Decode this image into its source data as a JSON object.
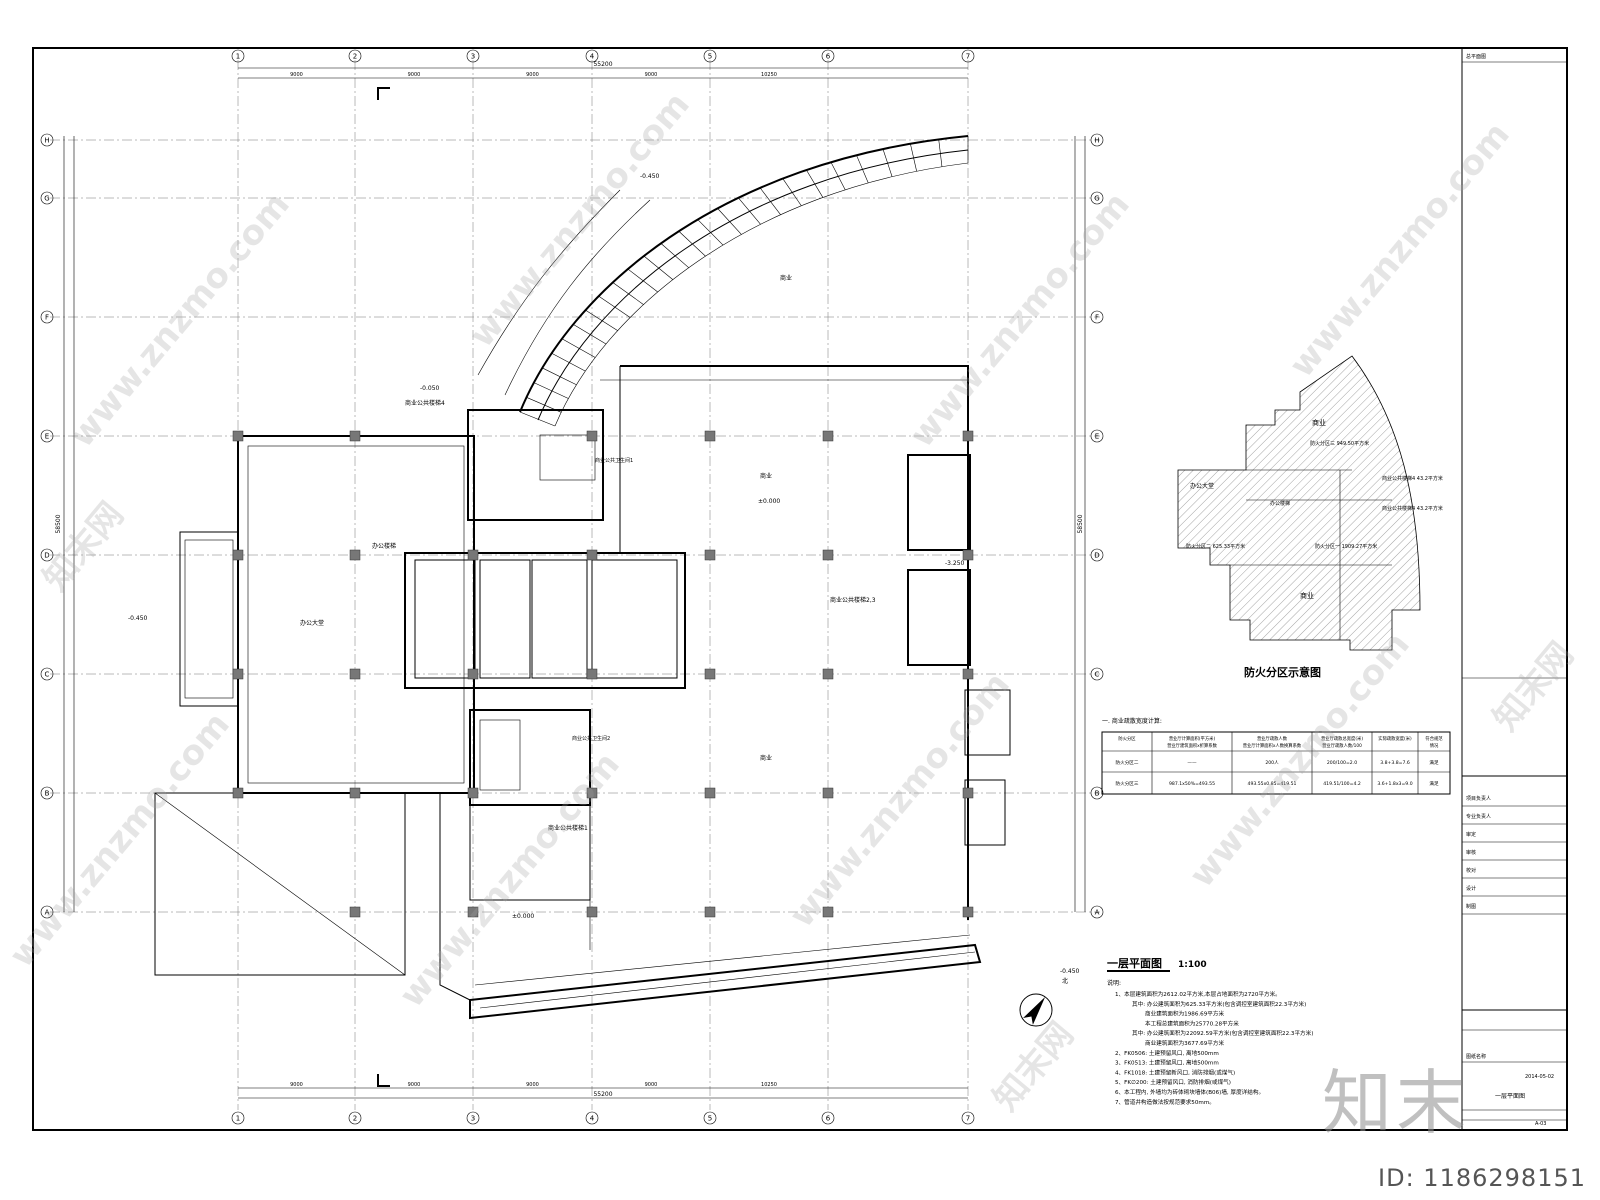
{
  "watermark": {
    "site": "www.znzmo.com",
    "brand": "知末网",
    "logo": "知末",
    "id_label": "ID: 1186298151"
  },
  "grid": {
    "columns": [
      "1",
      "2",
      "3",
      "4",
      "5",
      "6",
      "7"
    ],
    "rows": [
      "A",
      "B",
      "C",
      "D",
      "E",
      "F",
      "G",
      "H"
    ],
    "top_dims": [
      "9000",
      "9000",
      "9000",
      "9000",
      "10250"
    ],
    "total_width": "55200",
    "total_height": "58500"
  },
  "plan": {
    "title": "一层平面图",
    "scale": "1:100",
    "room_labels": [
      "办公大堂",
      "商业",
      "商业公共楼梯4",
      "商业公共楼梯1",
      "商业公共楼梯2,3",
      "办公楼梯",
      "商业公共卫生间1",
      "商业公共卫生间2"
    ],
    "levels": [
      "±0.000",
      "-0.450",
      "-0.050",
      "-3.250"
    ],
    "north": "北"
  },
  "fire_zones": {
    "title": "防火分区示意图",
    "labels": [
      "商业",
      "商业",
      "办公大堂",
      "办公楼梯",
      "防火分区二 625.33平方米",
      "防火分区一 1909.27平方米",
      "商业公共楼梯4 43.2平方米",
      "商业公共楼梯4 43.2平方米",
      "防火分区三 949.50平方米"
    ]
  },
  "evac_table": {
    "caption": "一. 商业疏散宽度计算:",
    "headers": [
      "防火分区",
      "营业厅计算面积(平方米) 营业厅建筑面积x折算系数",
      "营业厅疏散人数 营业厅计算面积x人数换算系数",
      "营业厅疏散总宽度(米) 营业厅疏散人数/100",
      "实际疏散宽度(米)",
      "符合规范 情况"
    ],
    "rows": [
      [
        "防火分区二",
        "——",
        "200人",
        "200/100=2.0",
        "3.8+3.8=7.6",
        "满足"
      ],
      [
        "防火分区三",
        "987.1x50%=493.55",
        "493.55x0.85=419.51",
        "419.51/100=4.2",
        "3.6+1.8x3=9.0",
        "满足"
      ]
    ]
  },
  "notes": {
    "heading": "说明:",
    "items": [
      "1、本层建筑面积为2612.02平方米,本层占地面积为2720平方米。",
      "其中: 办公建筑面积为625.33平方米(包含调控室建筑面积22.3平方米)",
      "商业建筑面积为1986.69平方米",
      "本工程总建筑面积为25770.28平方米",
      "其中: 办公建筑面积为22092.59平方米(包含调控室建筑面积22.3平方米)",
      "商业建筑面积为3677.69平方米",
      "2、FK0506: 土建预留风口, 离地500mm",
      "3、FK0513: 土建预留风口, 离地500mm",
      "4、FK1018: 土建预留新风口, 消防排烟(或煤气)",
      "5、FK∅200: 土建预留风口, 消防排烟(或煤气)",
      "6、本工程内, 外墙均为砖体砌块墙体(B06)墙, 厚度详结构。",
      "7、管道井构造做法按规范要求50mm。"
    ]
  },
  "title_block": {
    "label_top": "总平面图",
    "design_unit": "图纸名称",
    "drawing_name": "一层平面图",
    "drawing_no": "A-03",
    "date": "2014-05-02",
    "rows": [
      "项目负责人",
      "专业负责人",
      "审定",
      "审核",
      "校对",
      "设计",
      "制图"
    ]
  }
}
